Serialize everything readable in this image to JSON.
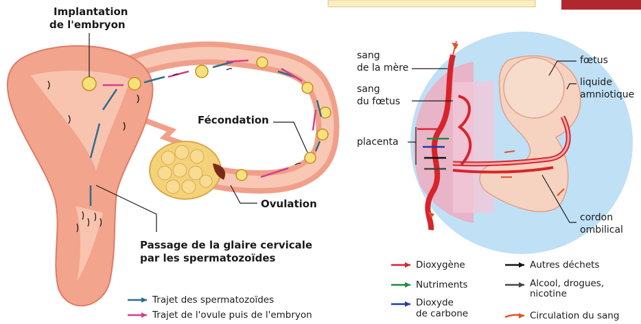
{
  "left": {
    "implantation": [
      "Implantation",
      "de l'embryon"
    ],
    "fecondation": "Fécondation",
    "ovulation": "Ovulation",
    "passage": [
      "Passage de la glaire cervicale",
      "par les spermatozoïdes"
    ],
    "legend": [
      {
        "label": "Trajet des spermatozoïdes",
        "color": "#2a6e8a"
      },
      {
        "label": "Trajet de l'ovule puis de l'embryon",
        "color": "#d63c8c"
      }
    ]
  },
  "right": {
    "sang_mere": [
      "sang",
      "de la mère"
    ],
    "sang_foetus": [
      "sang",
      "du fœtus"
    ],
    "placenta": "placenta",
    "foetus": "fœtus",
    "liquide": [
      "liquide",
      "amniotique"
    ],
    "cordon": [
      "cordon",
      "ombilical"
    ],
    "legend": [
      {
        "label": [
          "Dioxygène"
        ],
        "color": "#d9232e"
      },
      {
        "label": [
          "Autres déchets"
        ],
        "color": "#111111"
      },
      {
        "label": [
          "Nutriments"
        ],
        "color": "#1f8a3c"
      },
      {
        "label": [
          "Alcool, drogues,",
          "nicotine"
        ],
        "color": "#444444"
      },
      {
        "label": [
          "Dioxyde",
          "de carbone"
        ],
        "color": "#1f3aa8"
      },
      {
        "label": [
          "Circulation du sang"
        ],
        "color": "#e0522a"
      }
    ]
  },
  "colors": {
    "uterus": "#f2a48c",
    "uterus_dark": "#e07a68",
    "ovary": "#f4d27a",
    "amnion": "#bfe0f5",
    "vessel": "#d8232a"
  }
}
